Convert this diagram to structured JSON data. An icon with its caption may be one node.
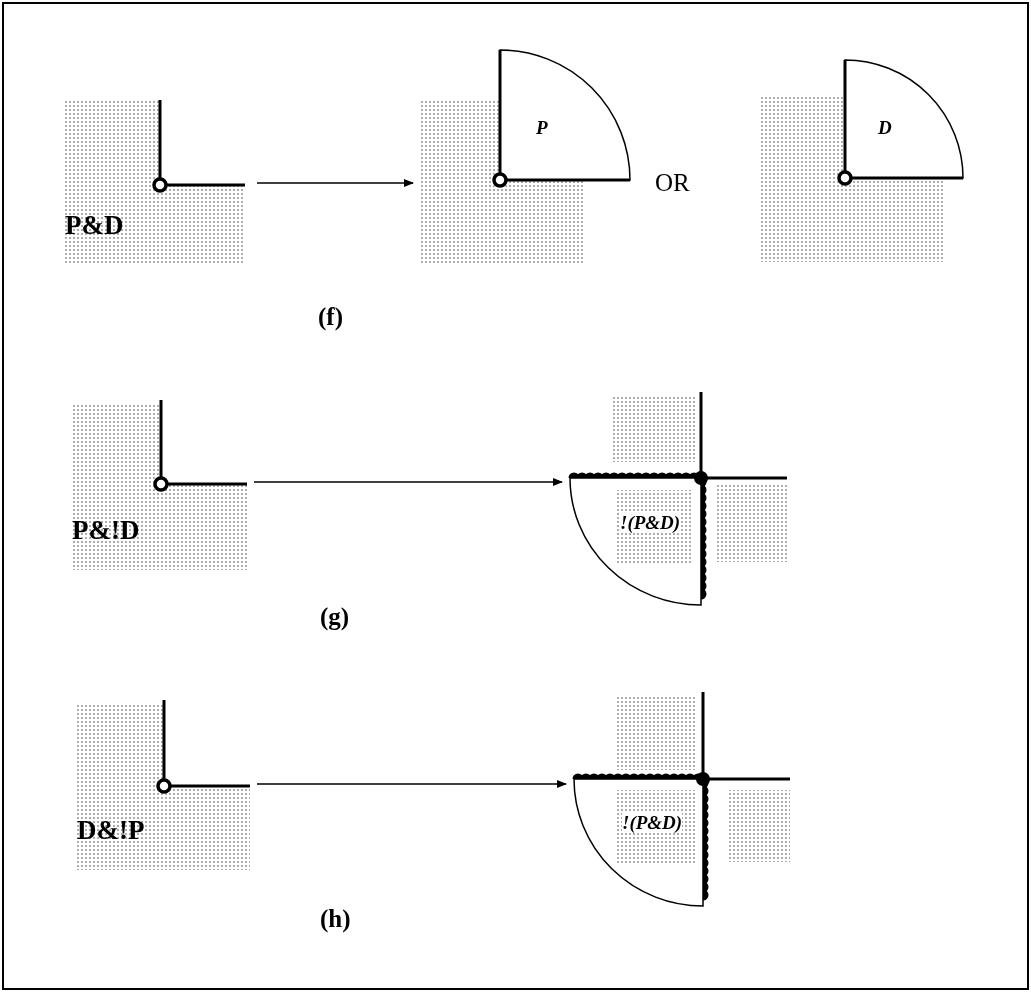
{
  "diagram": {
    "nodes": [
      {
        "text": [
          "P&D"
        ]
      },
      {
        "text": [
          "P"
        ]
      },
      {
        "text": [
          "D"
        ]
      },
      {
        "text": [
          "P&!D"
        ]
      },
      {
        "text": [
          "!(P&D)"
        ]
      },
      {
        "text": [
          "D&!P"
        ]
      },
      {
        "text": [
          "!(P&D)"
        ]
      }
    ],
    "edges": [
      {
        "from": 0,
        "to": 1,
        "arrow": "to"
      },
      {
        "from": 3,
        "to": 4,
        "arrow": "to"
      },
      {
        "from": 5,
        "to": 6,
        "arrow": "to"
      }
    ],
    "labels": [
      "OR",
      "(f)",
      "(g)",
      "(h)"
    ]
  }
}
